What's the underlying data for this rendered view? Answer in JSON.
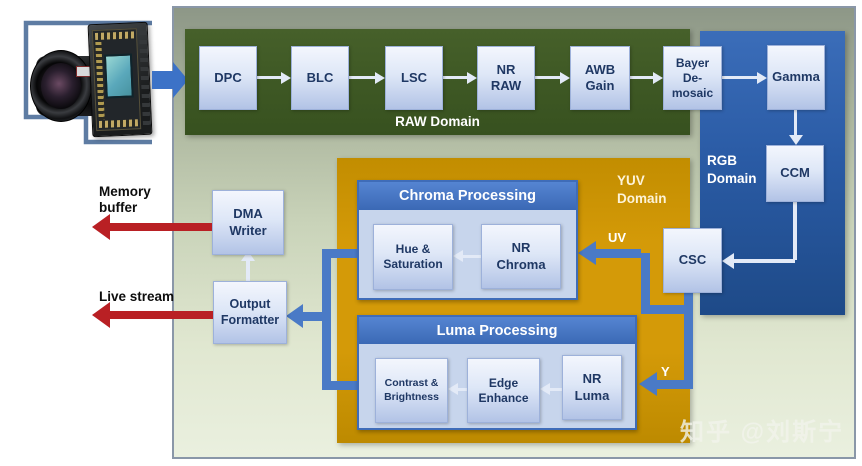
{
  "watermark": "知乎 @刘斯宁",
  "pipeline": {
    "raw_domain": {
      "label": "RAW Domain",
      "blocks": [
        "DPC",
        "BLC",
        "LSC",
        "NR\nRAW",
        "AWB\nGain",
        "Bayer\nDe-\nmosaic"
      ]
    },
    "rgb_domain": {
      "label": "RGB\nDomain",
      "blocks": [
        "Gamma",
        "CCM",
        "CSC"
      ]
    },
    "yuv_domain": {
      "label": "YUV\nDomain",
      "chroma": {
        "title": "Chroma Processing",
        "blocks": [
          "Hue &\nSaturation",
          "NR\nChroma"
        ]
      },
      "luma": {
        "title": "Luma Processing",
        "blocks": [
          "Contrast &\nBrightness",
          "Edge\nEnhance",
          "NR\nLuma"
        ]
      },
      "signals": {
        "uv": "UV",
        "y": "Y"
      }
    },
    "output": {
      "dma_writer": "DMA\nWriter",
      "output_formatter": "Output\nFormatter",
      "memory_buffer_label": "Memory\nbuffer",
      "live_stream_label": "Live stream"
    }
  },
  "colors": {
    "raw_domain_green": "#3e5826",
    "rgb_domain_blue": "#2a5ba5",
    "yuv_domain_orange": "#d0970a",
    "connector_blue": "#4a7ac6",
    "output_arrow_red": "#b92024",
    "block_text_navy": "#1f3864"
  }
}
